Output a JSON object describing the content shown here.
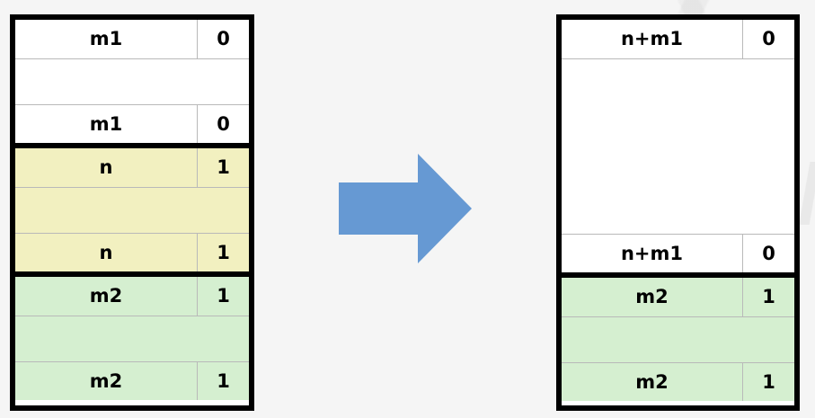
{
  "diagram": {
    "title": "stack-frame-merge-transformation",
    "background_color": "#f5f5f5",
    "border_color": "#000000",
    "divider_color": "#b9b9b9",
    "arrow": {
      "icon": "right-arrow-icon",
      "color": "#6699d3",
      "direction": "right"
    },
    "colors": {
      "white": "#ffffff",
      "yellow": "#f2f0c0",
      "green": "#d5efd0"
    }
  },
  "left_table": {
    "name": "before-table",
    "sections": [
      {
        "name": "section-m1",
        "fill": "white",
        "rows": [
          {
            "label": "m1",
            "value": "0"
          },
          {
            "label": "",
            "value": ""
          },
          {
            "label": "m1",
            "value": "0"
          }
        ]
      },
      {
        "name": "section-n",
        "fill": "yellow",
        "rows": [
          {
            "label": "n",
            "value": "1"
          },
          {
            "label": "",
            "value": ""
          },
          {
            "label": "n",
            "value": "1"
          }
        ]
      },
      {
        "name": "section-m2",
        "fill": "green",
        "rows": [
          {
            "label": "m2",
            "value": "1"
          },
          {
            "label": "",
            "value": ""
          },
          {
            "label": "m2",
            "value": "1"
          }
        ]
      }
    ]
  },
  "right_table": {
    "name": "after-table",
    "sections": [
      {
        "name": "section-n-plus-m1",
        "fill": "white",
        "rows": [
          {
            "label": "n+m1",
            "value": "0"
          },
          {
            "label": "",
            "value": ""
          },
          {
            "label": "n+m1",
            "value": "0"
          }
        ]
      },
      {
        "name": "section-m2",
        "fill": "green",
        "rows": [
          {
            "label": "m2",
            "value": "1"
          },
          {
            "label": "",
            "value": ""
          },
          {
            "label": "m2",
            "value": "1"
          }
        ]
      }
    ]
  }
}
